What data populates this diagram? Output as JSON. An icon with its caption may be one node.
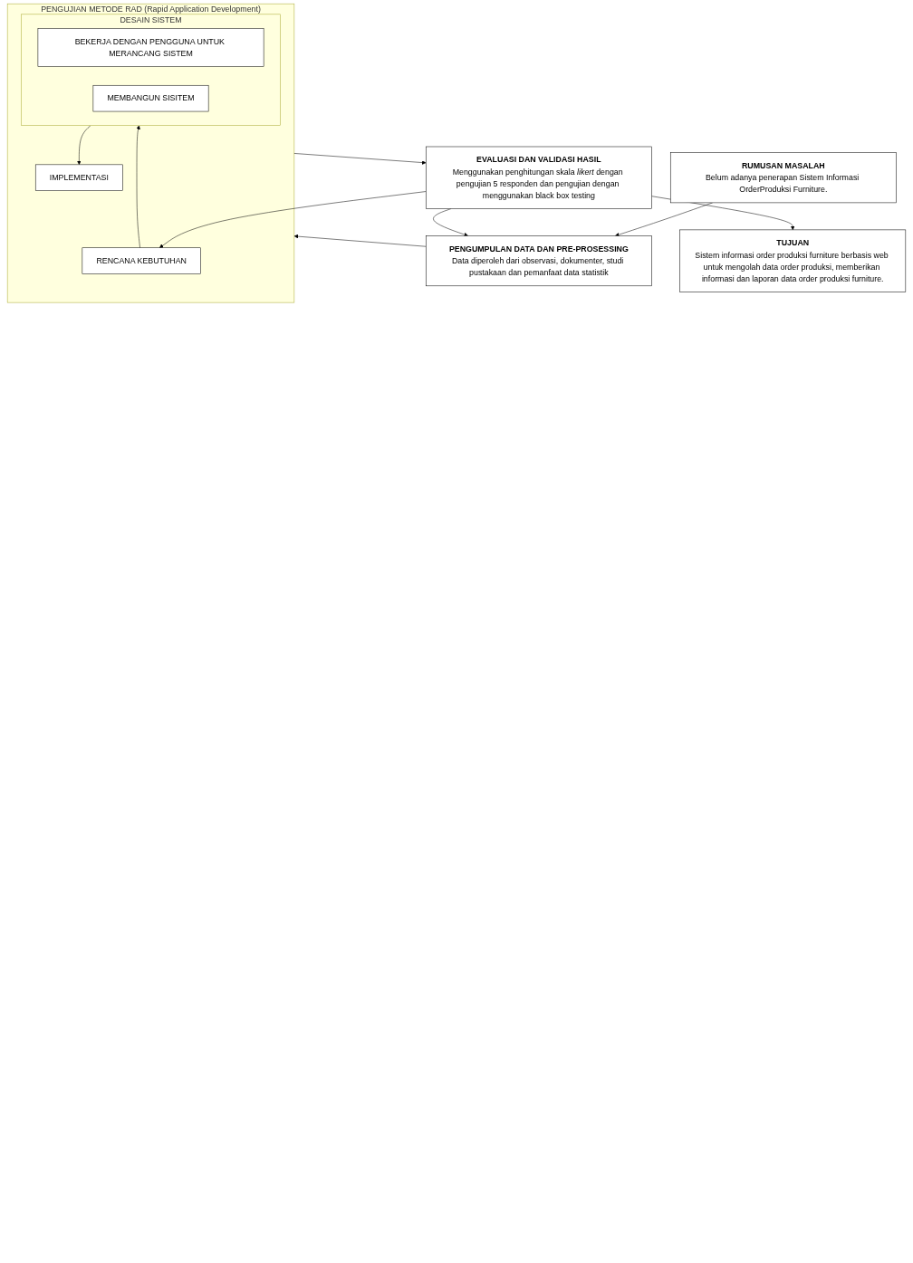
{
  "diagram": {
    "nodes": [
      {
        "text": [
          "RUMUSAN MASALAH",
          "Belum adanya penerapan Sistem Informasi OrderProduksi Furniture."
        ]
      },
      {
        "text": [
          "PENGUMPULAN DATA DAN PRE-PROSESSING",
          "Data diperoleh dari observasi, dokumenter, studi pustakaan dan pemanfaat data statistik"
        ]
      },
      {
        "text": [
          "PENGUJIAN METODE RAD (Rapid Application Development)"
        ]
      },
      {
        "text": [
          "RENCANA KEBUTUHAN"
        ],
        "in": 2
      },
      {
        "text": [
          "DESAIN SISTEM"
        ],
        "in": 2
      },
      {
        "text": [
          "BEKERJA DENGAN PENGGUNA UNTUK MERANCANG SISTEM"
        ],
        "in": 4
      },
      {
        "text": [
          "MEMBANGUN SISITEM"
        ],
        "in": 4
      },
      {
        "text": [
          "IMPLEMENTASI"
        ],
        "in": 2
      },
      {
        "text": [
          "EVALUASI DAN VALIDASI HASIL",
          "Menggunakan penghitungan skala *likert* dengan pengujian 5 responden dan pengujian dengan menggunakan black box testing"
        ]
      },
      {
        "text": [
          "TUJUAN",
          "Sistem informasi order produksi furniture berbasis web untuk mengolah data order produksi, memberikan informasi dan laporan data order produksi furniture."
        ]
      }
    ],
    "edges": [
      {
        "from": 0,
        "to": 1,
        "arrow": "to"
      },
      {
        "from": 1,
        "to": 2,
        "arrow": "to"
      },
      {
        "from": 3,
        "to": 4,
        "arrow": "to"
      },
      {
        "from": 4,
        "to": 7,
        "arrow": "to"
      },
      {
        "from": 2,
        "to": 8,
        "arrow": "to"
      },
      {
        "from": 8,
        "to": 1,
        "arrow": "to"
      },
      {
        "from": 8,
        "to": 3,
        "arrow": "to"
      },
      {
        "from": 8,
        "to": 9,
        "arrow": "to"
      }
    ]
  }
}
